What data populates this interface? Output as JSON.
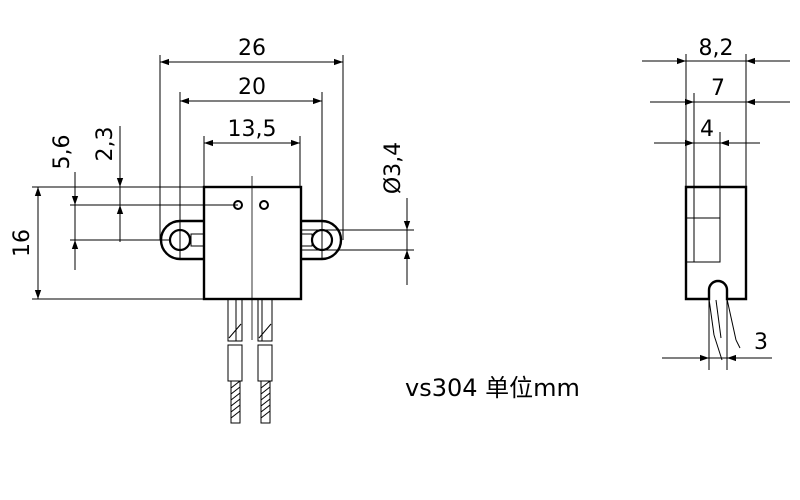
{
  "front_view": {
    "dims": {
      "overall_width": "26",
      "hole_spacing": "20",
      "body_width": "13,5",
      "hole_diameter": "Ø3,4",
      "height": "16",
      "offset_a": "5,6",
      "offset_b": "2,3"
    }
  },
  "side_view": {
    "dims": {
      "depth_total": "8,2",
      "depth_mid": "7",
      "depth_slot": "4",
      "slot_width": "3"
    }
  },
  "caption": "vs304 单位mm"
}
